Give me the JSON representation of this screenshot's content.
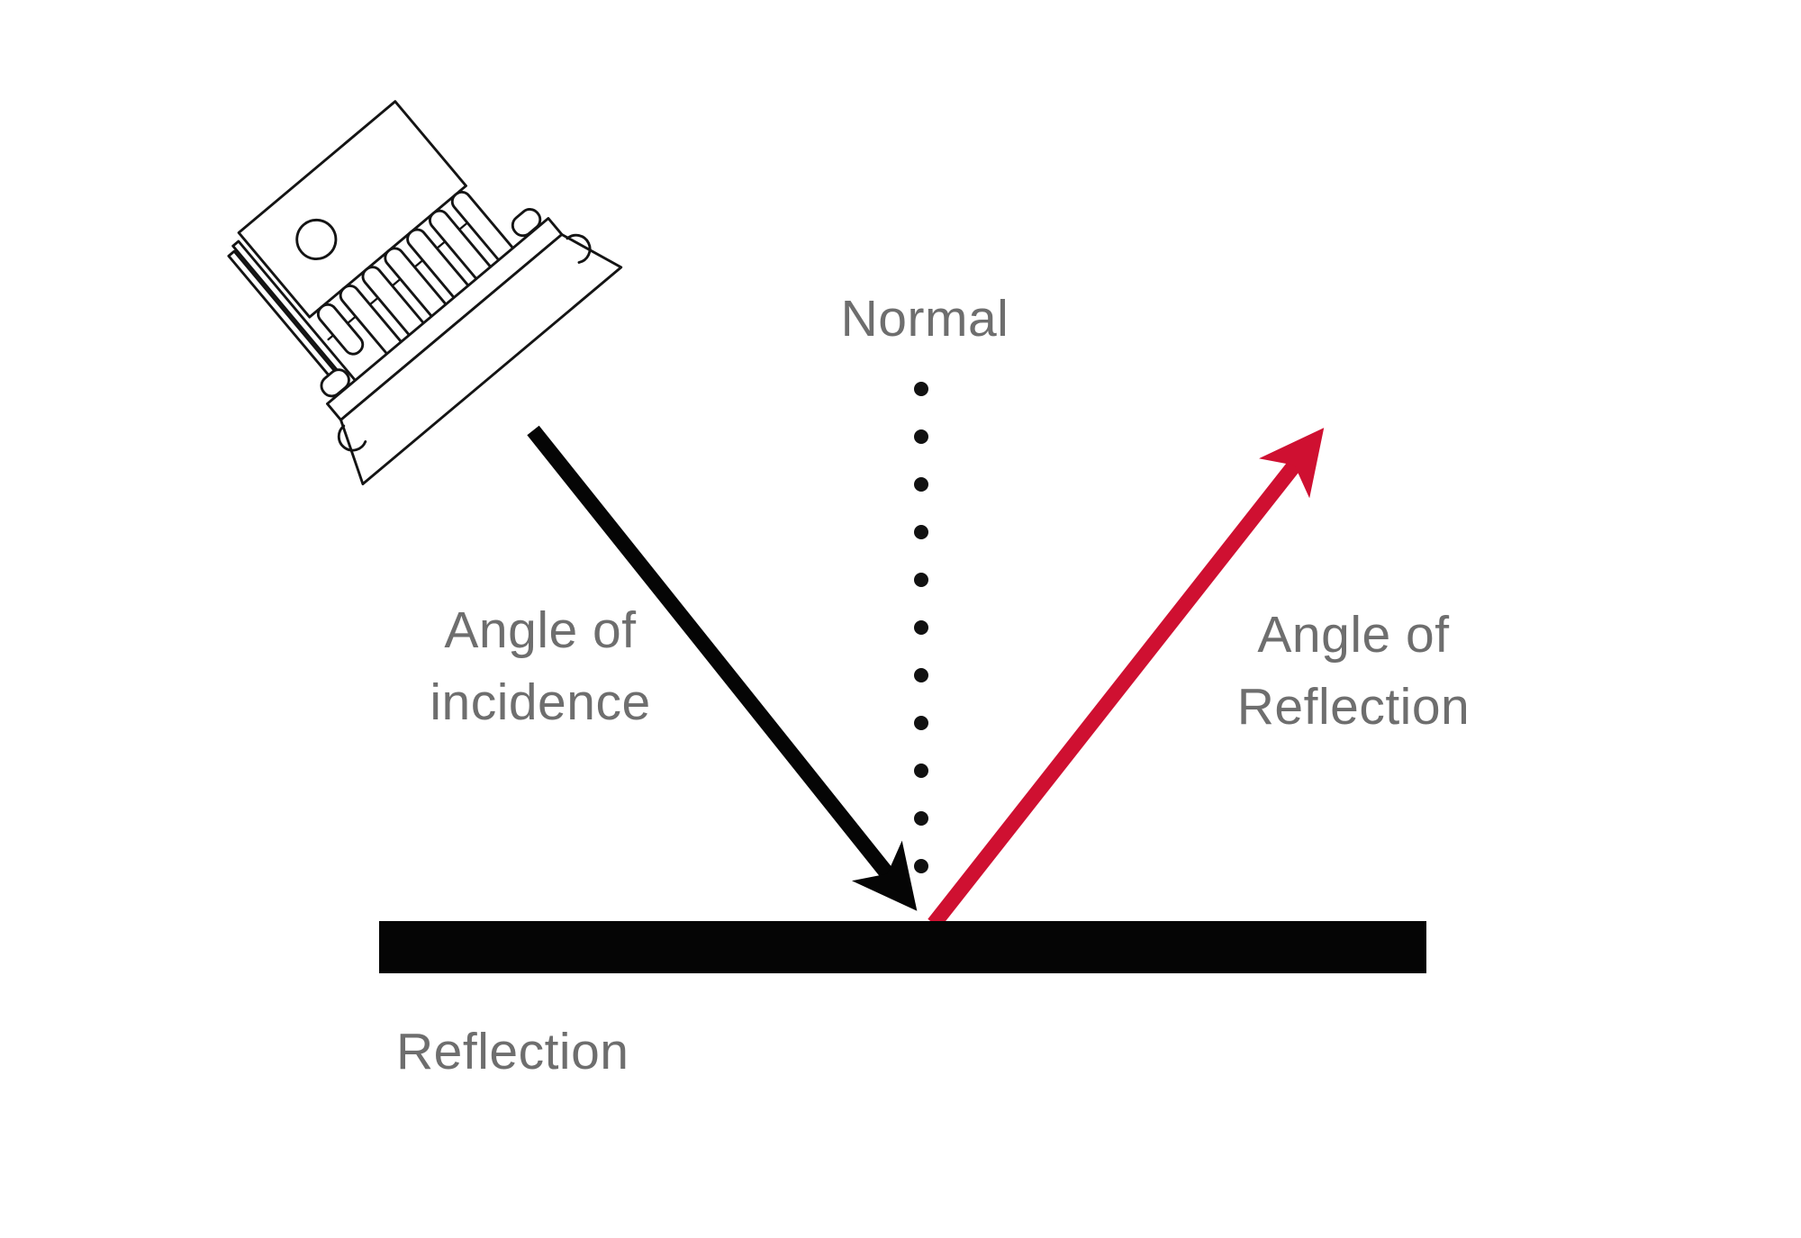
{
  "labels": {
    "normal": "Normal",
    "angle_of_incidence_line1": "Angle of",
    "angle_of_incidence_line2": "incidence",
    "angle_of_reflection_line1": "Angle of",
    "angle_of_reflection_line2": "Reflection",
    "surface_caption": "Reflection"
  },
  "illustration": {
    "name": "transducer-probe-line-art"
  },
  "colors": {
    "incident_ray": "#050505",
    "reflected_ray": "#cf1031",
    "normal_dots": "#111111",
    "surface": "#050505",
    "label_text": "#6e6e6e",
    "device_outline": "#141414"
  }
}
